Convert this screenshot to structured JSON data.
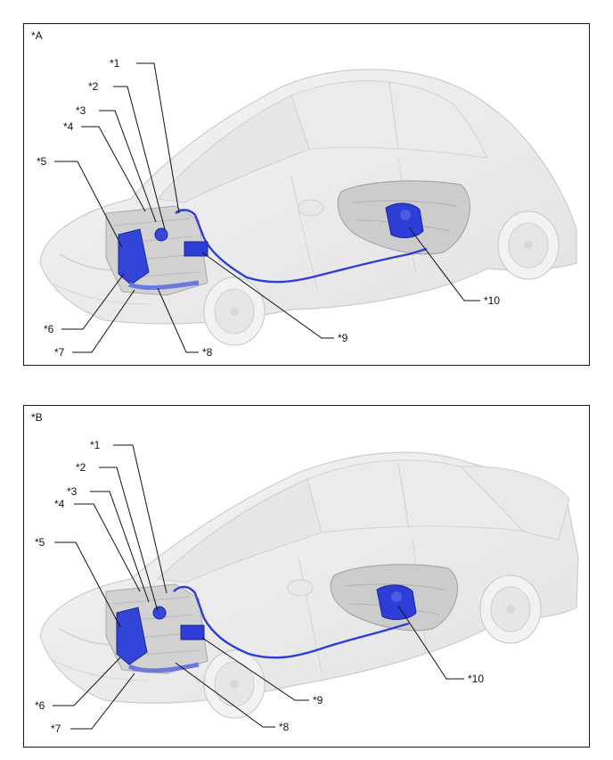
{
  "panels": [
    {
      "id": "*A",
      "labels": [
        "*1",
        "*2",
        "*3",
        "*4",
        "*5",
        "*6",
        "*7",
        "*8",
        "*9",
        "*10"
      ]
    },
    {
      "id": "*B",
      "labels": [
        "*1",
        "*2",
        "*3",
        "*4",
        "*5",
        "*6",
        "*7",
        "*8",
        "*9",
        "*10"
      ]
    }
  ],
  "colors": {
    "frame": "#1a1a1a",
    "car_body": "#eeeeee",
    "car_outline": "#c8c8c8",
    "component_blue": "#2d3ed6",
    "leader_line": "#111111"
  }
}
